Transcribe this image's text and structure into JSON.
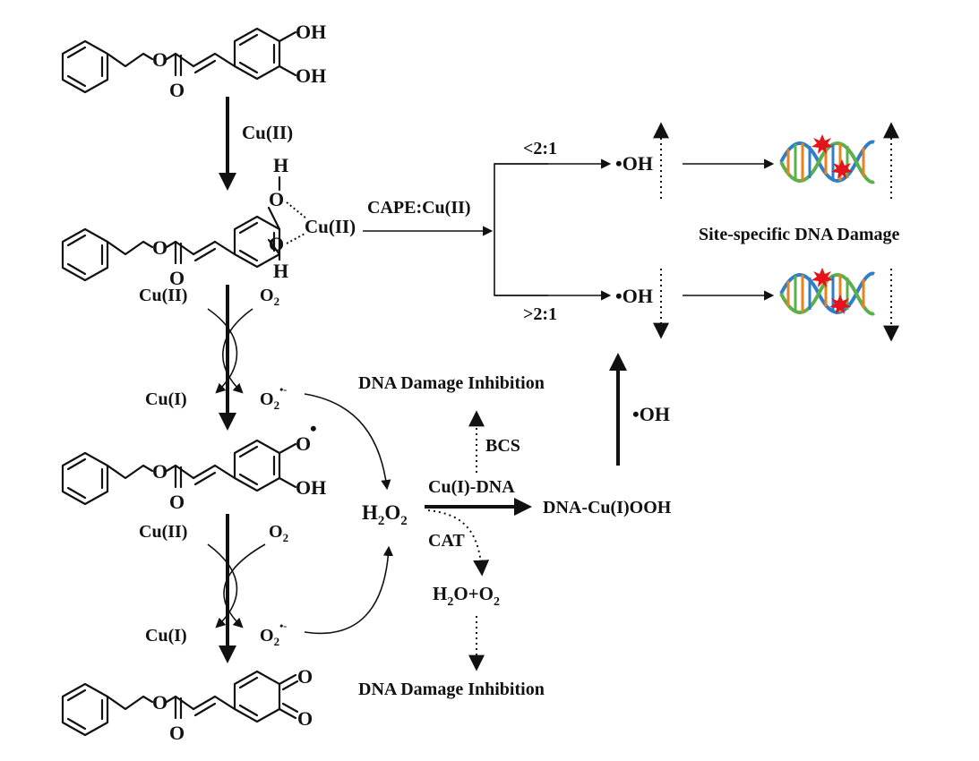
{
  "atoms": {
    "O": "O",
    "OH": "OH",
    "H": "H",
    "radical_O": "O",
    "radical_dot": "•",
    "anion_superscript": "•-"
  },
  "reagents": {
    "cu2_top": "Cu(II)",
    "cu2_chelate": "Cu(II)",
    "cu2_step2": "Cu(II)",
    "o2_step2": "O",
    "o2_step2_sub": "2",
    "cu1_step2": "Cu(I)",
    "o2_radical_step2": "O",
    "o2_radical_step2_sub": "2",
    "cu2_step3": "Cu(II)",
    "o2_step3": "O",
    "o2_step3_sub": "2",
    "cu1_step3": "Cu(I)",
    "o2_radical_step3": "O",
    "o2_radical_step3_sub": "2"
  },
  "ratio": {
    "cape_cu": "CAPE:Cu(II)",
    "lt": "<2:1",
    "gt": ">2:1"
  },
  "radicals": {
    "oh_top": "•OH",
    "oh_bottom": "•OH",
    "oh_middle": "•OH"
  },
  "labels": {
    "site_specific": "Site-specific DNA Damage",
    "inhibition_top": "DNA Damage Inhibition",
    "inhibition_bottom": "DNA Damage Inhibition",
    "bcs": "BCS",
    "cu1_dna": "Cu(I)-DNA",
    "cat": "CAT",
    "h2o2_main": "H",
    "h2o2_sub1": "2",
    "h2o2_mid": "O",
    "h2o2_sub2": "2",
    "product": "DNA-Cu(I)OOH",
    "water_h": "H",
    "water_sub": "2",
    "water_rest": "O+O",
    "water_sub2": "2"
  },
  "colors": {
    "ink": "#111111",
    "dna_orange": "#e8821e",
    "dna_blue": "#2f7fc8",
    "dna_green": "#5bb04a",
    "damage_red": "#e3141c"
  }
}
